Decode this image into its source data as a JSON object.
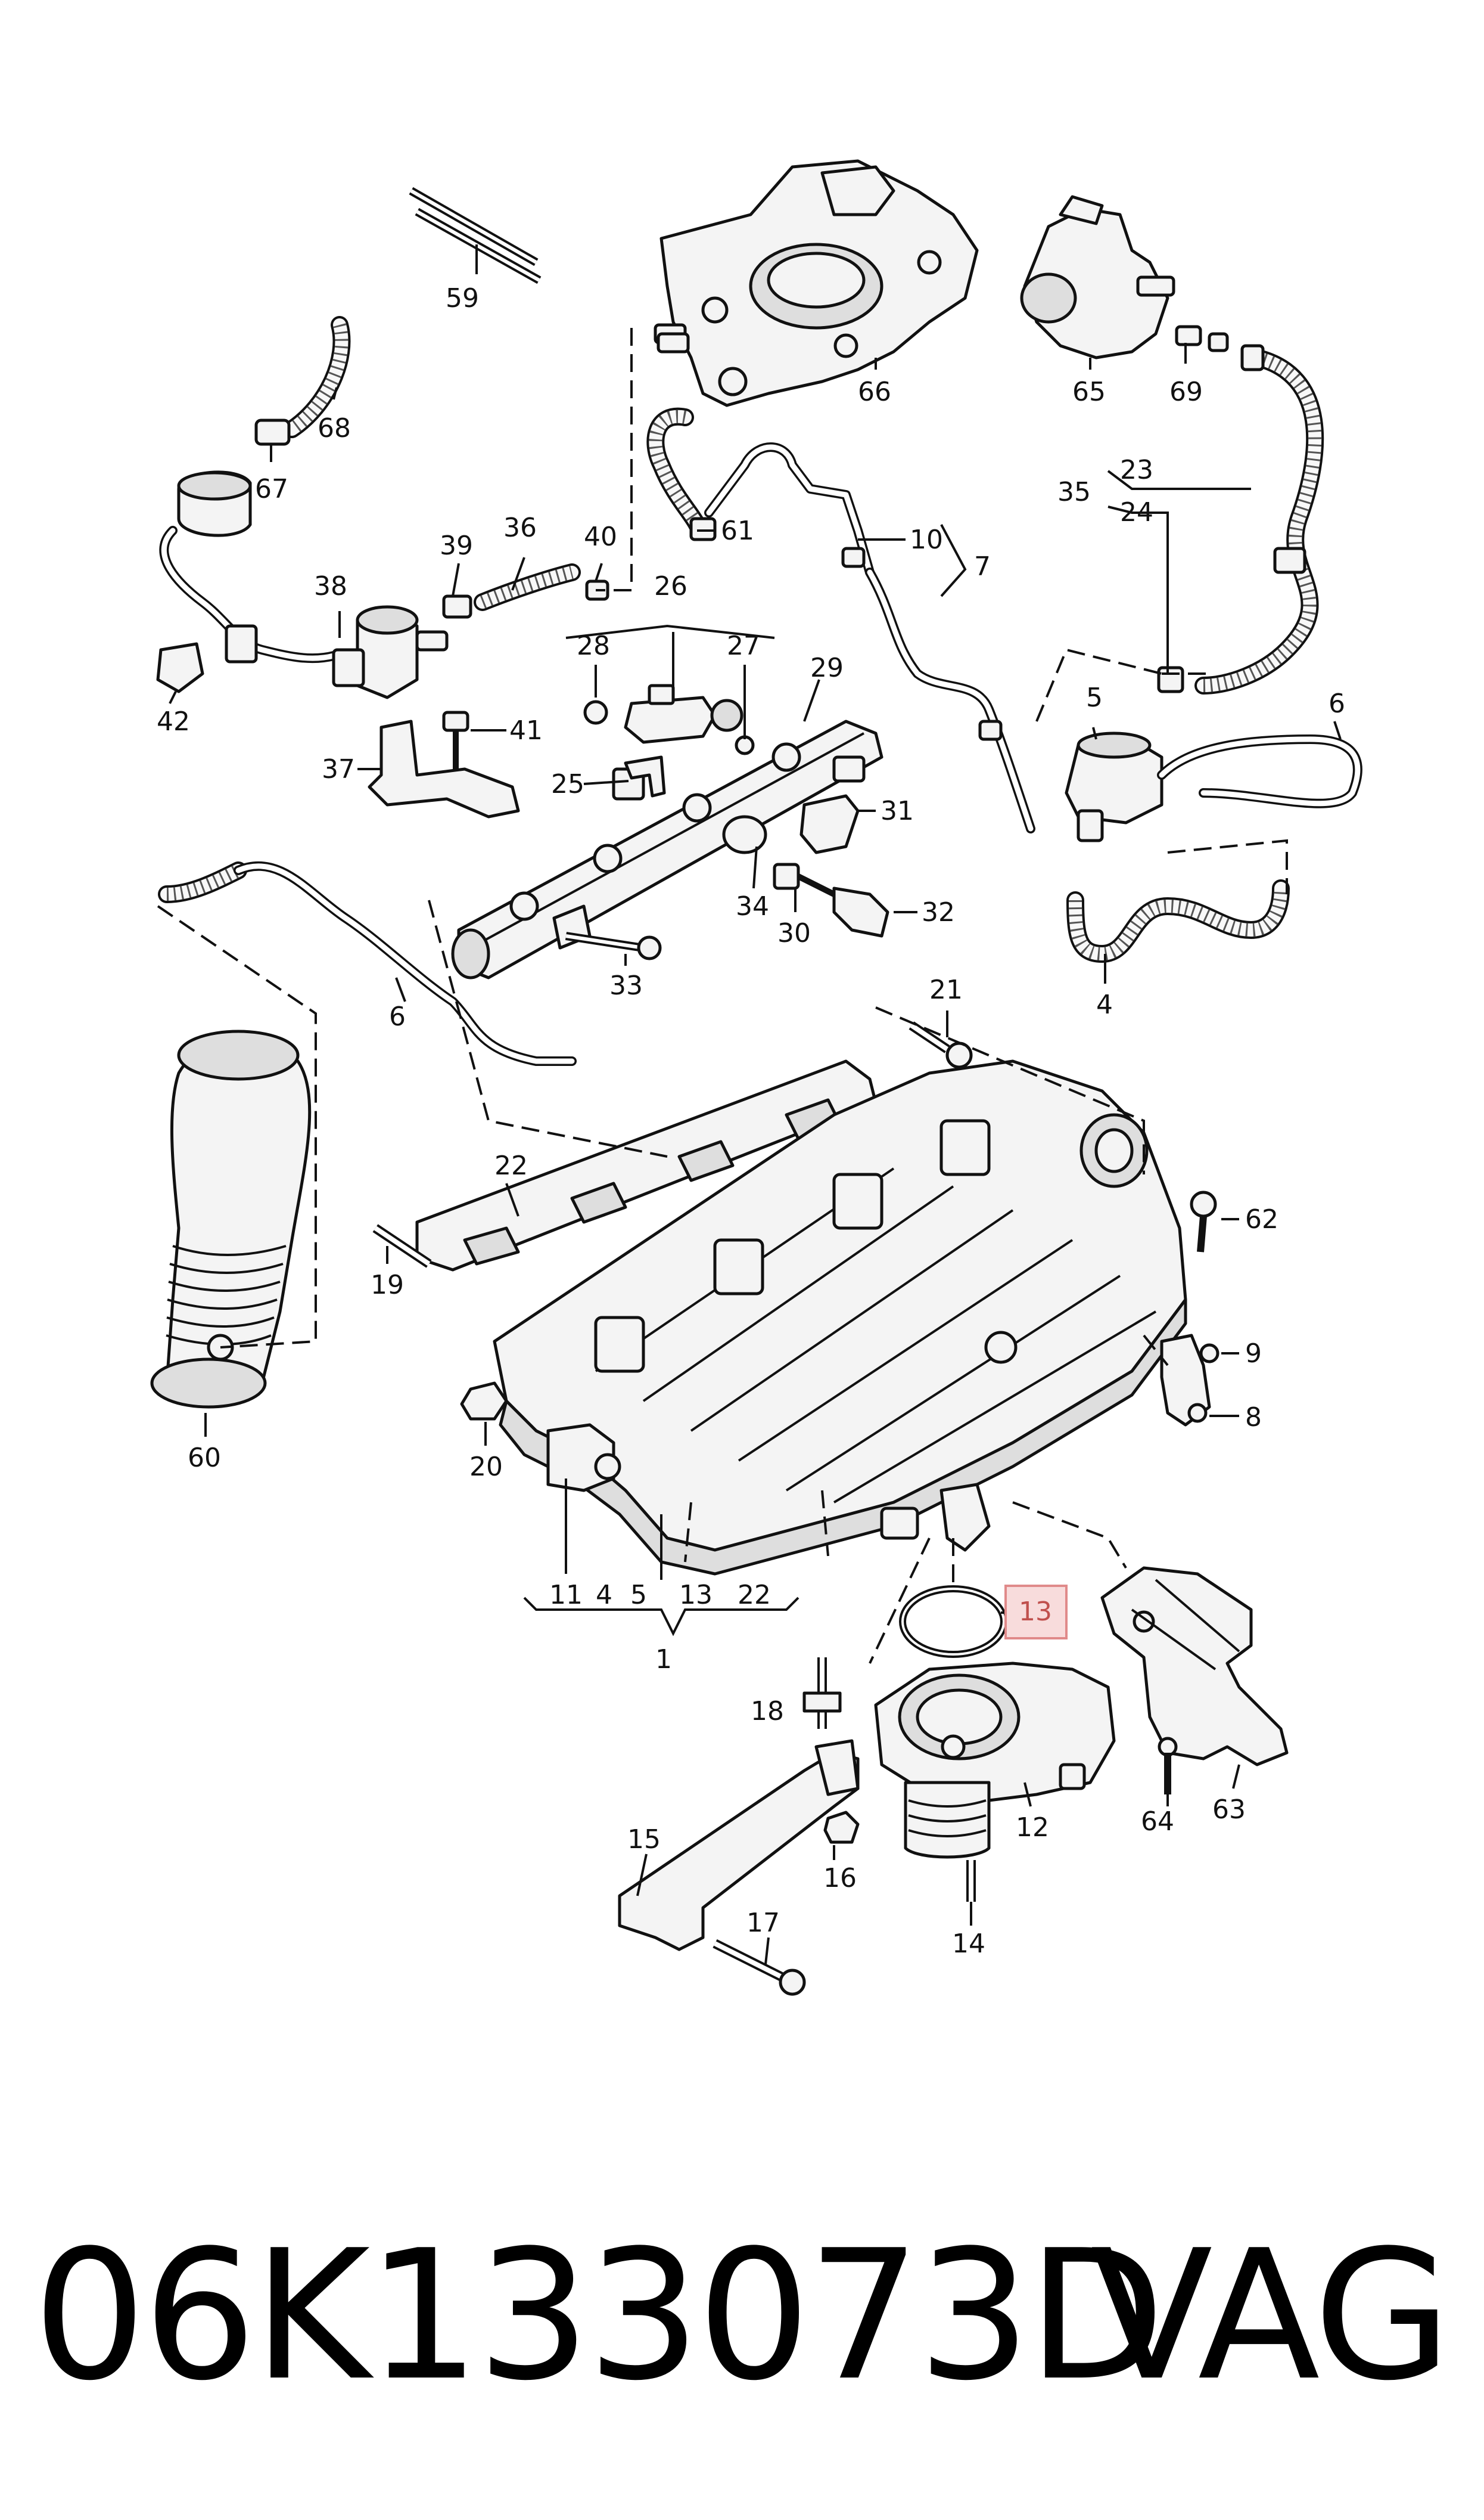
{
  "diagram": {
    "callouts": {
      "c59": "59",
      "c66": "66",
      "c65": "65",
      "c69": "69",
      "c68": "68",
      "c67": "67",
      "c61": "61",
      "c23": "23",
      "c35": "35",
      "c24": "24",
      "c36": "36",
      "c40": "40",
      "c10": "10",
      "c7": "7",
      "c39": "39",
      "c38": "38",
      "c26": "26",
      "c28": "28",
      "c27": "27",
      "c29": "29",
      "c5": "5",
      "c6a": "6",
      "c42": "42",
      "c41": "41",
      "c37": "37",
      "c25": "25",
      "c31": "31",
      "c34": "34",
      "c32": "32",
      "c30": "30",
      "c4": "4",
      "c33": "33",
      "c6b": "6",
      "c21": "21",
      "c22": "22",
      "c62": "62",
      "c19": "19",
      "c9": "9",
      "c8": "8",
      "c60": "60",
      "c20": "20",
      "c11": "11",
      "c1_4": "4",
      "c1_5": "5",
      "c1_13": "13",
      "c1_22": "22",
      "c1": "1",
      "c18": "18",
      "c15": "15",
      "c16": "16",
      "c17": "17",
      "c12": "12",
      "c14": "14",
      "c64": "64",
      "c63": "63"
    },
    "highlighted_callout": "13",
    "highlight_color": "#f8dcdc"
  },
  "caption": {
    "part_number": "06K133073D",
    "brand": "VAG"
  }
}
